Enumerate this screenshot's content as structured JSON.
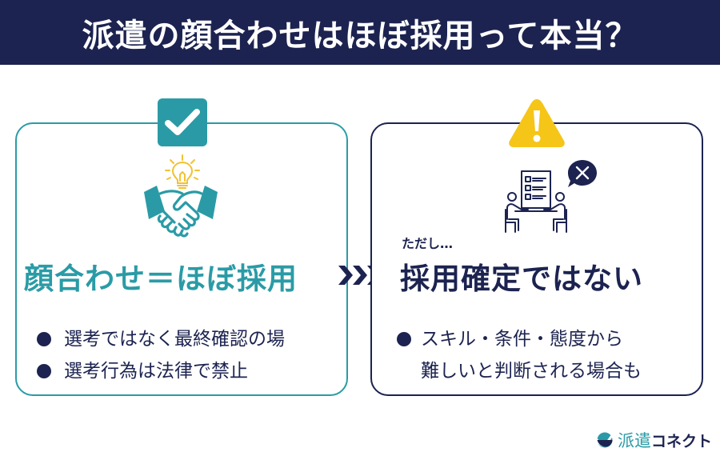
{
  "header": {
    "title": "派遣の顔合わせはほぼ採用って本当？"
  },
  "left_card": {
    "badge_icon": "checkmark-icon",
    "illustration_icons": [
      "lightbulb-icon",
      "handshake-icon"
    ],
    "headline": "顔合わせ＝ほぼ採用",
    "bullets": [
      "選考ではなく最終確認の場",
      "選考行為は法律で禁止"
    ]
  },
  "connector": {
    "icon": "triple-chevron-right-icon"
  },
  "right_card": {
    "badge_icon": "warning-icon",
    "illustration_icons": [
      "interview-meeting-icon",
      "x-speech-bubble-icon"
    ],
    "preface": "ただし…",
    "headline": "採用確定ではない",
    "bullets": [
      "スキル・条件・態度から\n難しいと判断される場合も"
    ]
  },
  "logo": {
    "kanji": "派遣",
    "kana": "コネクト"
  },
  "colors": {
    "navy": "#1c2350",
    "teal": "#2a9ba6",
    "yellow": "#f5c518",
    "bulb_yellow": "#f2c230"
  }
}
